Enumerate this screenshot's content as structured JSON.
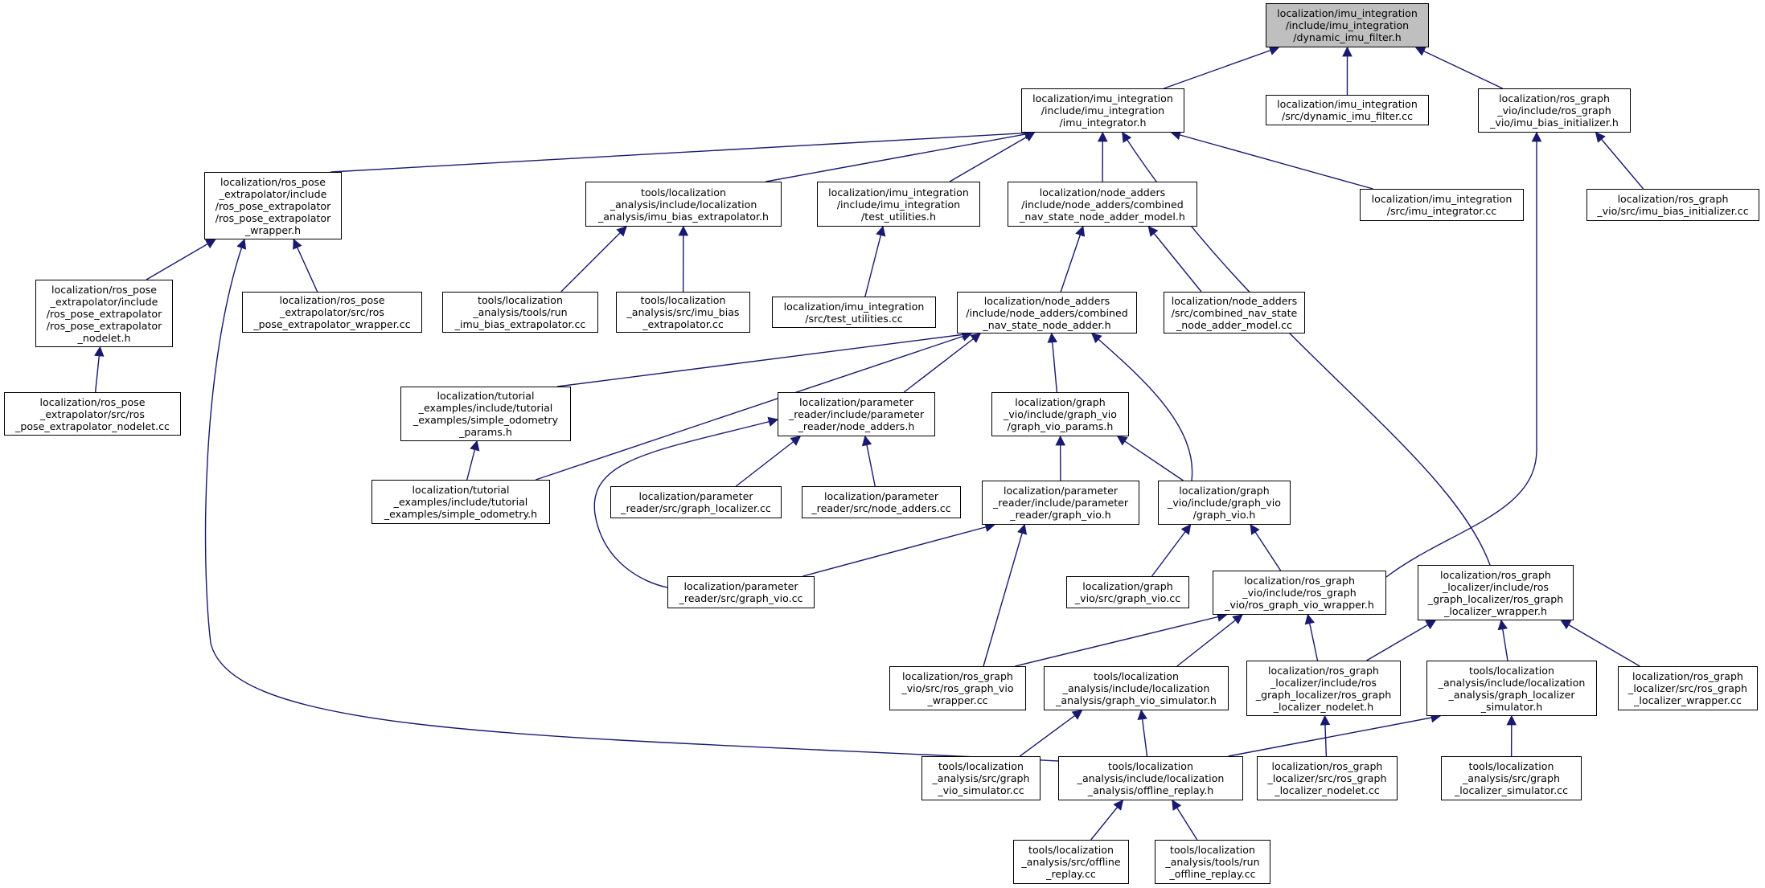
{
  "edge_color": "#191970",
  "root_fill": "#bfbfbf",
  "nodes": {
    "root": "localization/imu_integration\n/include/imu_integration\n/dynamic_imu_filter.h",
    "imu_integrator_h": "localization/imu_integration\n/include/imu_integration\n/imu_integrator.h",
    "dynamic_imu_filter_cc": "localization/imu_integration\n/src/dynamic_imu_filter.cc",
    "imu_bias_initializer_h": "localization/ros_graph\n_vio/include/ros_graph\n_vio/imu_bias_initializer.h",
    "ros_pose_extrapolator_wrapper_h": "localization/ros_pose\n_extrapolator/include\n/ros_pose_extrapolator\n/ros_pose_extrapolator\n_wrapper.h",
    "imu_bias_extrapolator_h": "tools/localization\n_analysis/include/localization\n_analysis/imu_bias_extrapolator.h",
    "test_utilities_h": "localization/imu_integration\n/include/imu_integration\n/test_utilities.h",
    "combined_nav_state_node_adder_model_h": "localization/node_adders\n/include/node_adders/combined\n_nav_state_node_adder_model.h",
    "imu_integrator_cc": "localization/imu_integration\n/src/imu_integrator.cc",
    "imu_bias_initializer_cc": "localization/ros_graph\n_vio/src/imu_bias_initializer.cc",
    "ros_pose_extrapolator_nodelet_h": "localization/ros_pose\n_extrapolator/include\n/ros_pose_extrapolator\n/ros_pose_extrapolator\n_nodelet.h",
    "ros_pose_extrapolator_wrapper_cc": "localization/ros_pose\n_extrapolator/src/ros\n_pose_extrapolator_wrapper.cc",
    "run_imu_bias_extrapolator_cc": "tools/localization\n_analysis/tools/run\n_imu_bias_extrapolator.cc",
    "imu_bias_extrapolator_cc": "tools/localization\n_analysis/src/imu_bias\n_extrapolator.cc",
    "test_utilities_cc": "localization/imu_integration\n/src/test_utilities.cc",
    "combined_nav_state_node_adder_h": "localization/node_adders\n/include/node_adders/combined\n_nav_state_node_adder.h",
    "combined_nav_state_node_adder_model_cc": "localization/node_adders\n/src/combined_nav_state\n_node_adder_model.cc",
    "ros_pose_extrapolator_nodelet_cc": "localization/ros_pose\n_extrapolator/src/ros\n_pose_extrapolator_nodelet.cc",
    "simple_odometry_params_h": "localization/tutorial\n_examples/include/tutorial\n_examples/simple_odometry\n_params.h",
    "parameter_reader_node_adders_h": "localization/parameter\n_reader/include/parameter\n_reader/node_adders.h",
    "graph_vio_params_h": "localization/graph\n_vio/include/graph_vio\n/graph_vio_params.h",
    "simple_odometry_h": "localization/tutorial\n_examples/include/tutorial\n_examples/simple_odometry.h",
    "graph_localizer_cc": "localization/parameter\n_reader/src/graph_localizer.cc",
    "parameter_reader_node_adders_cc": "localization/parameter\n_reader/src/node_adders.cc",
    "parameter_reader_graph_vio_h": "localization/parameter\n_reader/include/parameter\n_reader/graph_vio.h",
    "graph_vio_h": "localization/graph\n_vio/include/graph_vio\n/graph_vio.h",
    "parameter_reader_graph_vio_cc": "localization/parameter\n_reader/src/graph_vio.cc",
    "graph_vio_cc": "localization/graph\n_vio/src/graph_vio.cc",
    "ros_graph_vio_wrapper_h": "localization/ros_graph\n_vio/include/ros_graph\n_vio/ros_graph_vio_wrapper.h",
    "ros_graph_localizer_wrapper_h": "localization/ros_graph\n_localizer/include/ros\n_graph_localizer/ros_graph\n_localizer_wrapper.h",
    "ros_graph_vio_wrapper_cc": "localization/ros_graph\n_vio/src/ros_graph_vio\n_wrapper.cc",
    "graph_vio_simulator_h": "tools/localization\n_analysis/include/localization\n_analysis/graph_vio_simulator.h",
    "ros_graph_localizer_nodelet_h": "localization/ros_graph\n_localizer/include/ros\n_graph_localizer/ros_graph\n_localizer_nodelet.h",
    "graph_localizer_simulator_h": "tools/localization\n_analysis/include/localization\n_analysis/graph_localizer\n_simulator.h",
    "ros_graph_localizer_wrapper_cc": "localization/ros_graph\n_localizer/src/ros_graph\n_localizer_wrapper.cc",
    "graph_vio_simulator_cc": "tools/localization\n_analysis/src/graph\n_vio_simulator.cc",
    "offline_replay_h": "tools/localization\n_analysis/include/localization\n_analysis/offline_replay.h",
    "ros_graph_localizer_nodelet_cc": "localization/ros_graph\n_localizer/src/ros_graph\n_localizer_nodelet.cc",
    "graph_localizer_simulator_cc": "tools/localization\n_analysis/src/graph\n_localizer_simulator.cc",
    "offline_replay_cc": "tools/localization\n_analysis/src/offline\n_replay.cc",
    "run_offline_replay_cc": "tools/localization\n_analysis/tools/run\n_offline_replay.cc"
  },
  "edges": [
    [
      "root",
      "imu_integrator_h"
    ],
    [
      "root",
      "dynamic_imu_filter_cc"
    ],
    [
      "root",
      "imu_bias_initializer_h"
    ],
    [
      "imu_integrator_h",
      "ros_pose_extrapolator_wrapper_h"
    ],
    [
      "imu_integrator_h",
      "imu_bias_extrapolator_h"
    ],
    [
      "imu_integrator_h",
      "test_utilities_h"
    ],
    [
      "imu_integrator_h",
      "combined_nav_state_node_adder_model_h"
    ],
    [
      "imu_integrator_h",
      "ros_graph_localizer_wrapper_h"
    ],
    [
      "imu_integrator_h",
      "imu_integrator_cc"
    ],
    [
      "imu_bias_initializer_h",
      "ros_graph_vio_wrapper_h"
    ],
    [
      "imu_bias_initializer_h",
      "imu_bias_initializer_cc"
    ],
    [
      "ros_pose_extrapolator_wrapper_h",
      "ros_pose_extrapolator_nodelet_h"
    ],
    [
      "ros_pose_extrapolator_wrapper_h",
      "ros_pose_extrapolator_wrapper_cc"
    ],
    [
      "ros_pose_extrapolator_wrapper_h",
      "offline_replay_h"
    ],
    [
      "imu_bias_extrapolator_h",
      "run_imu_bias_extrapolator_cc"
    ],
    [
      "imu_bias_extrapolator_h",
      "imu_bias_extrapolator_cc"
    ],
    [
      "test_utilities_h",
      "test_utilities_cc"
    ],
    [
      "combined_nav_state_node_adder_model_h",
      "combined_nav_state_node_adder_h"
    ],
    [
      "combined_nav_state_node_adder_model_h",
      "combined_nav_state_node_adder_model_cc"
    ],
    [
      "ros_pose_extrapolator_nodelet_h",
      "ros_pose_extrapolator_nodelet_cc"
    ],
    [
      "combined_nav_state_node_adder_h",
      "simple_odometry_params_h"
    ],
    [
      "combined_nav_state_node_adder_h",
      "simple_odometry_h"
    ],
    [
      "combined_nav_state_node_adder_h",
      "parameter_reader_node_adders_h"
    ],
    [
      "combined_nav_state_node_adder_h",
      "graph_vio_params_h"
    ],
    [
      "combined_nav_state_node_adder_h",
      "graph_vio_h"
    ],
    [
      "simple_odometry_params_h",
      "simple_odometry_h"
    ],
    [
      "parameter_reader_node_adders_h",
      "graph_localizer_cc"
    ],
    [
      "parameter_reader_node_adders_h",
      "parameter_reader_node_adders_cc"
    ],
    [
      "parameter_reader_node_adders_h",
      "parameter_reader_graph_vio_cc"
    ],
    [
      "graph_vio_params_h",
      "parameter_reader_graph_vio_h"
    ],
    [
      "graph_vio_params_h",
      "graph_vio_h"
    ],
    [
      "parameter_reader_graph_vio_h",
      "parameter_reader_graph_vio_cc"
    ],
    [
      "parameter_reader_graph_vio_h",
      "ros_graph_vio_wrapper_cc"
    ],
    [
      "graph_vio_h",
      "graph_vio_cc"
    ],
    [
      "graph_vio_h",
      "ros_graph_vio_wrapper_h"
    ],
    [
      "ros_graph_vio_wrapper_h",
      "ros_graph_vio_wrapper_cc"
    ],
    [
      "ros_graph_vio_wrapper_h",
      "graph_vio_simulator_h"
    ],
    [
      "ros_graph_vio_wrapper_h",
      "ros_graph_localizer_nodelet_h"
    ],
    [
      "ros_graph_localizer_wrapper_h",
      "ros_graph_localizer_nodelet_h"
    ],
    [
      "ros_graph_localizer_wrapper_h",
      "graph_localizer_simulator_h"
    ],
    [
      "ros_graph_localizer_wrapper_h",
      "ros_graph_localizer_wrapper_cc"
    ],
    [
      "graph_vio_simulator_h",
      "graph_vio_simulator_cc"
    ],
    [
      "graph_vio_simulator_h",
      "offline_replay_h"
    ],
    [
      "ros_graph_localizer_nodelet_h",
      "ros_graph_localizer_nodelet_cc"
    ],
    [
      "graph_localizer_simulator_h",
      "offline_replay_h"
    ],
    [
      "graph_localizer_simulator_h",
      "graph_localizer_simulator_cc"
    ],
    [
      "offline_replay_h",
      "offline_replay_cc"
    ],
    [
      "offline_replay_h",
      "run_offline_replay_cc"
    ]
  ]
}
